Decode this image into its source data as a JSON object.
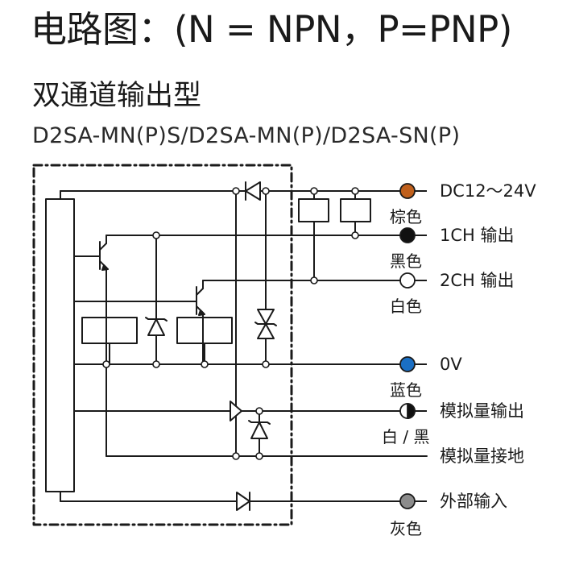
{
  "header": {
    "title": "电路图：(N = NPN，P=PNP)",
    "subtitle": "双通道输出型",
    "models": "D2SA-MN(P)S/D2SA-MN(P)/D2SA-SN(P)"
  },
  "terminals": [
    {
      "label": "DC12～24V",
      "color_label": "棕色",
      "dot": "#c0601c"
    },
    {
      "label": "1CH 输出",
      "color_label": "黑色",
      "dot": "#111111"
    },
    {
      "label": "2CH 输出",
      "color_label": "白色",
      "dot": "#ffffff"
    },
    {
      "label": "0V",
      "color_label": "蓝色",
      "dot": "#1a6fc4"
    },
    {
      "label": "模拟量输出",
      "color_label": "白 / 黑",
      "dot": "half-white-black"
    },
    {
      "label": "模拟量接地",
      "color_label": "",
      "dot": "none"
    },
    {
      "label": "外部输入",
      "color_label": "灰色",
      "dot": "#8c8c8c"
    }
  ]
}
